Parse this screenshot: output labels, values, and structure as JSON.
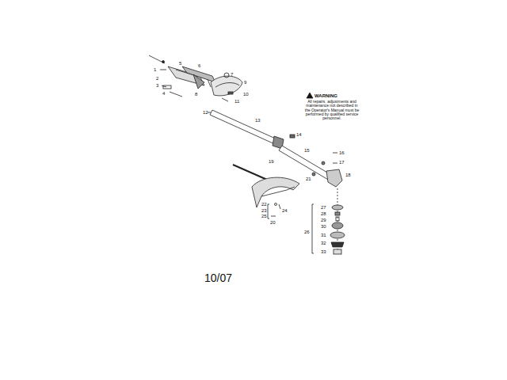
{
  "diagram": {
    "labels": [
      "1",
      "2",
      "3",
      "4",
      "5",
      "6",
      "7",
      "8",
      "9",
      "10",
      "11",
      "12",
      "13",
      "14",
      "15",
      "16",
      "17",
      "18",
      "19",
      "21",
      "22",
      "23",
      "24",
      "25",
      "20",
      "26",
      "27",
      "28",
      "29",
      "30",
      "31",
      "32",
      "33",
      "WARNING",
      "All repairs, adjustments and maintenance not described in the Operator's Manual must be performed by qualified service personnel.",
      "10/07"
    ]
  }
}
